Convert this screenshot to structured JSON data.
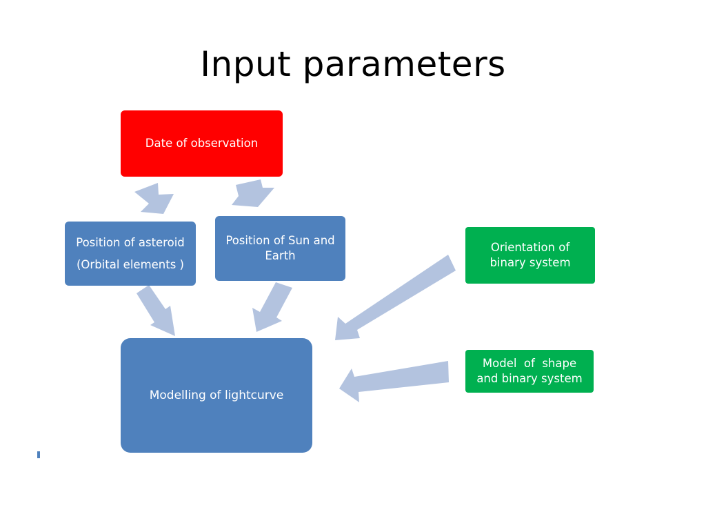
{
  "slide": {
    "title": "Input parameters"
  },
  "nodes": {
    "date_of_observation": "Date of observation",
    "position_of_asteroid": {
      "line1": "Position of asteroid",
      "line2": "(Orbital elements )"
    },
    "position_of_sun_earth": {
      "line1": "Position of Sun and",
      "line2": "Earth"
    },
    "orientation_binary": {
      "line1": "Orientation of",
      "line2": "binary system"
    },
    "model_shape_binary": {
      "line1": "Model  of  shape",
      "line2": "and binary system"
    },
    "modelling_lightcurve": "Modelling of lightcurve"
  },
  "colors": {
    "red": "#ff0000",
    "blue": "#4f81bd",
    "green": "#00b050",
    "arrow": "#b3c3df"
  }
}
